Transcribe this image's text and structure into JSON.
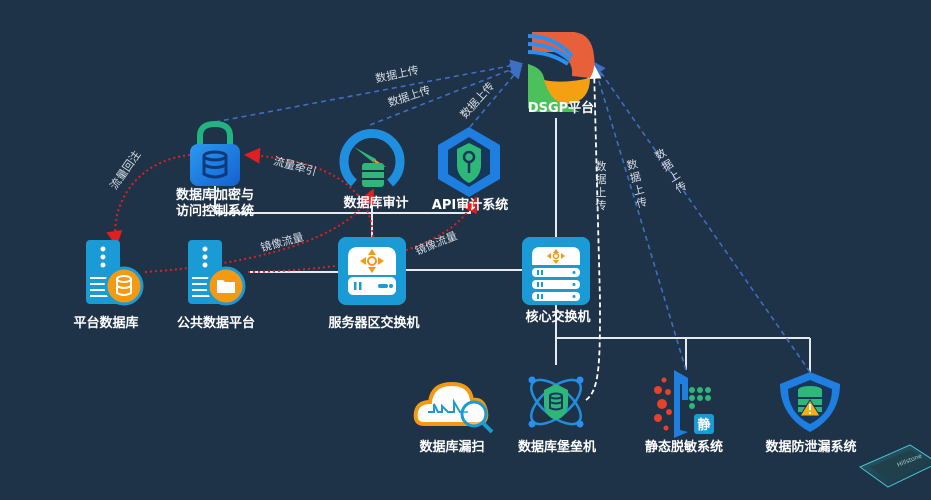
{
  "diagram": {
    "title": "DSGP数据安全平台架构",
    "colors": {
      "background": "#1e3248",
      "upload_line": "#3d6fc4",
      "traffic_line": "#e02020",
      "wire": "#e6e9ee",
      "accent_blue": "#1f8fe0",
      "accent_orange": "#f39a12",
      "accent_green": "#2db87a"
    },
    "nodes": {
      "dsgp": {
        "label": "DSGP平台",
        "icon": "dsgp-logo-icon"
      },
      "db_encrypt": {
        "label_line1": "数据库加密与",
        "label_line2": "访问控制系统",
        "icon": "lock-database-icon"
      },
      "db_audit": {
        "label": "数据库审计",
        "icon": "gauge-database-icon"
      },
      "api_audit": {
        "label": "API审计系统",
        "icon": "hexagon-shield-key-icon"
      },
      "platform_db": {
        "label": "平台数据库",
        "icon": "server-database-icon"
      },
      "public_data": {
        "label": "公共数据平台",
        "icon": "server-folder-icon"
      },
      "server_switch": {
        "label": "服务器区交换机",
        "icon": "switch-icon"
      },
      "core_switch": {
        "label": "核心交换机",
        "icon": "core-switch-icon"
      },
      "db_scan": {
        "label": "数据库漏扫",
        "icon": "cloud-scan-icon"
      },
      "db_bastion": {
        "label": "数据库堡垒机",
        "icon": "atom-shield-icon"
      },
      "static_mask": {
        "label": "静态脱敏系统",
        "icon": "static-masking-icon",
        "badge": "静"
      },
      "dlp": {
        "label": "数据防泄漏系统",
        "icon": "shield-warning-database-icon"
      }
    },
    "edge_labels": {
      "upload_encrypt": "数据上传",
      "upload_audit": "数据上传",
      "upload_api": "数据上传",
      "upload_bastion": "数据上传",
      "upload_mask": "数据上传",
      "upload_dlp": "数据上传",
      "traffic_pull": "流量牵引",
      "traffic_reinject": "流量回注",
      "mirror_1": "镜像流量",
      "mirror_2": "镜像流量"
    },
    "decoration": {
      "chip_text": "Hillstone"
    }
  }
}
